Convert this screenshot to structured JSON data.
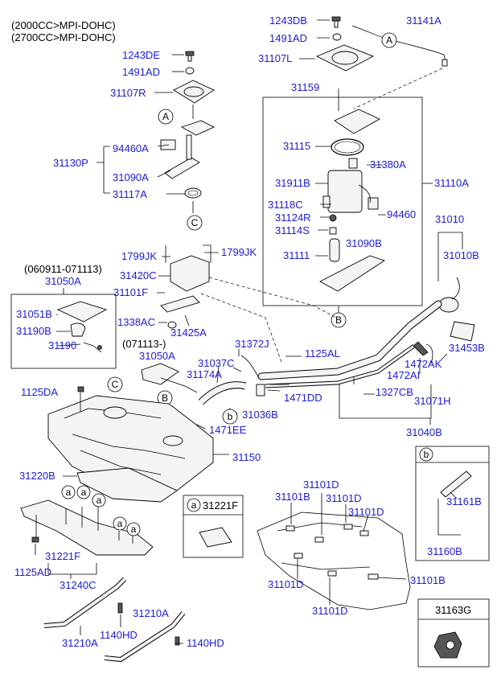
{
  "header": {
    "line1": "(2000CC>MPI-DOHC)",
    "line2": "(2700CC>MPI-DOHC)"
  },
  "callouts": {
    "a": "a",
    "b": "b",
    "A": "A",
    "B": "B",
    "C": "C"
  },
  "labels": {
    "p1243DE": "1243DE",
    "p1491AD_l": "1491AD",
    "p31107R": "31107R",
    "p94460A": "94460A",
    "p31130P": "31130P",
    "p31090A": "31090A",
    "p31117A": "31117A",
    "p1243DB": "1243DB",
    "p1491AD_r": "1491AD",
    "p31107L": "31107L",
    "p31141A": "31141A",
    "p31159": "31159",
    "p31115": "31115",
    "p31380A": "31380A",
    "p31911B": "31911B",
    "p31110A": "31110A",
    "p31118C": "31118C",
    "p31124R": "31124R",
    "p94460": "94460",
    "p31114S": "31114S",
    "p31090B": "31090B",
    "p31111": "31111",
    "p31010": "31010",
    "p31010B": "31010B",
    "p1799JK_l": "1799JK",
    "p1799JK_r": "1799JK",
    "p31420C": "31420C",
    "p31101F": "31101F",
    "p1338AC": "1338AC",
    "p31425A": "31425A",
    "range1": "(060911-071113)",
    "p31050A_1": "31050A",
    "p31051B": "31051B",
    "p31190B": "31190B",
    "p31190": "31190",
    "range2": "(071113-)",
    "p31050A_2": "31050A",
    "p31037C": "31037C",
    "p31372J": "31372J",
    "p1125AL": "1125AL",
    "p31453B": "31453B",
    "p1472AI": "1472AI",
    "p1472AK": "1472AK",
    "p31174A": "31174A",
    "p1125DA": "1125DA",
    "p1471DD": "1471DD",
    "p1327CB": "1327CB",
    "p31071H": "31071H",
    "p31036B": "31036B",
    "p1471EE": "1471EE",
    "p31040B": "31040B",
    "p31150": "31150",
    "p31220B": "31220B",
    "p31221F_box": "31221F",
    "p31101D_1": "31101D",
    "p31101B_1": "31101B",
    "p31101D_2": "31101D",
    "p31101D_3": "31101D",
    "p31101D_4": "31101D",
    "p31101B_2": "31101B",
    "p31101D_5": "31101D",
    "p31161B": "31161B",
    "p31160B": "31160B",
    "p31221F": "31221F",
    "p31240C": "31240C",
    "p1125AD": "1125AD",
    "p31210A_1": "31210A",
    "p1140HD_1": "1140HD",
    "p31210A_2": "31210A",
    "p1140HD_2": "1140HD",
    "p31163G": "31163G"
  }
}
